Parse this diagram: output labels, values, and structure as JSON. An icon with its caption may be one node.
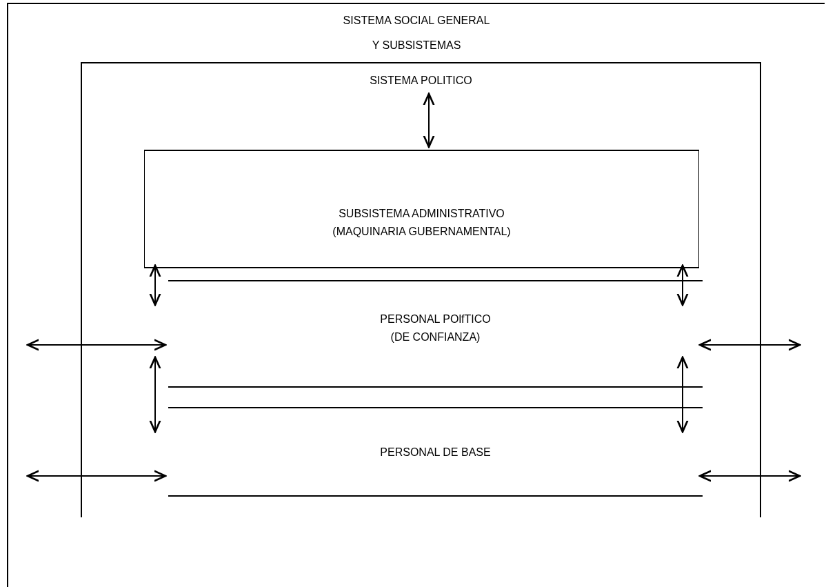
{
  "diagram": {
    "nodes": [
      {
        "text": [
          "SISTEMA SOCIAL GENERAL Y SUBSISTEMAS"
        ]
      },
      {
        "text": [
          "SISTEMA POLITICO"
        ],
        "in": 0
      },
      {
        "text": [
          "SUBSISTEMA ADMINISTRATIVO (MAQUINARIA GUBERNAMENTAL)"
        ],
        "in": 1
      },
      {
        "text": [
          "PERSONAL POlfTICO (DE CONFIANZA)"
        ],
        "in": 1
      },
      {
        "text": [
          "PERSONAL DE BASE"
        ],
        "in": 1
      }
    ],
    "edges": [
      {
        "from": 1,
        "to": 2,
        "arrow": "both"
      },
      {
        "from": 2,
        "to": 3,
        "arrow": "both"
      },
      {
        "from": 2,
        "to": 3,
        "arrow": "both"
      },
      {
        "from": null,
        "to": 3,
        "arrow": "both"
      },
      {
        "from": 3,
        "to": null,
        "arrow": "both"
      },
      {
        "from": 3,
        "to": 4,
        "arrow": "both"
      },
      {
        "from": 3,
        "to": 4,
        "arrow": "both"
      },
      {
        "from": null,
        "to": 4,
        "arrow": "both"
      },
      {
        "from": 4,
        "to": null,
        "arrow": "both"
      }
    ]
  }
}
